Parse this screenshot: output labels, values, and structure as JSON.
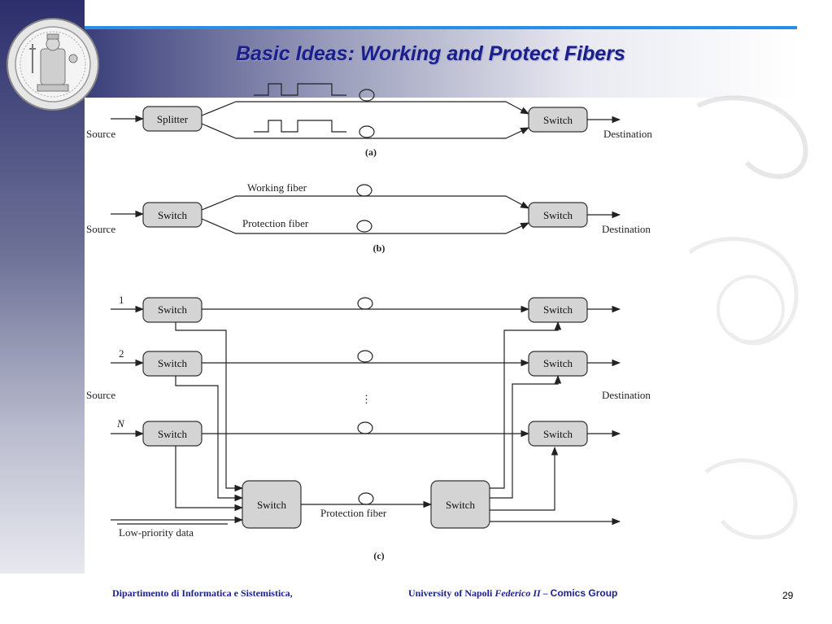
{
  "title": "Basic Ideas: Working and Protect Fibers",
  "diagram": {
    "a": {
      "caption": "(a)",
      "source": "Source",
      "destination": "Destination",
      "splitter": "Splitter",
      "switch": "Switch"
    },
    "b": {
      "caption": "(b)",
      "source": "Source",
      "destination": "Destination",
      "switch_left": "Switch",
      "switch_right": "Switch",
      "working_fiber": "Working fiber",
      "protection_fiber": "Protection fiber"
    },
    "c": {
      "caption": "(c)",
      "source": "Source",
      "destination": "Destination",
      "input_1": "1",
      "input_2": "2",
      "input_n": "N",
      "switch": "Switch",
      "protection_fiber": "Protection fiber",
      "low_priority": "Low-priority data",
      "ellipsis": "⋮"
    }
  },
  "footer": {
    "department": "Dipartimento di Informatica e Sistemistica,",
    "university": "University of Napoli ",
    "federico": "Federico II",
    "dash": " – ",
    "comics": "Comics Group",
    "page": "29"
  }
}
